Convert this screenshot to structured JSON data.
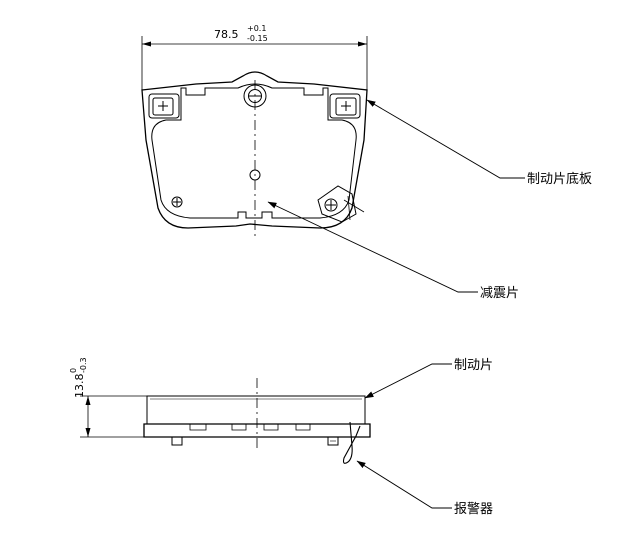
{
  "drawing": {
    "top_view": {
      "width_dimension": {
        "nominal": "78.5",
        "upper_tolerance": "+0.1",
        "lower_tolerance": "-0.15"
      }
    },
    "side_view": {
      "thickness_dimension": {
        "nominal": "13.8",
        "upper_tolerance": "0",
        "lower_tolerance": "-0.3"
      }
    },
    "callouts": {
      "backing_plate": "制动片底板",
      "shim": "减震片",
      "brake_pad": "制动片",
      "wear_indicator": "报警器"
    },
    "colors": {
      "line": "#000000",
      "background": "#ffffff"
    }
  }
}
